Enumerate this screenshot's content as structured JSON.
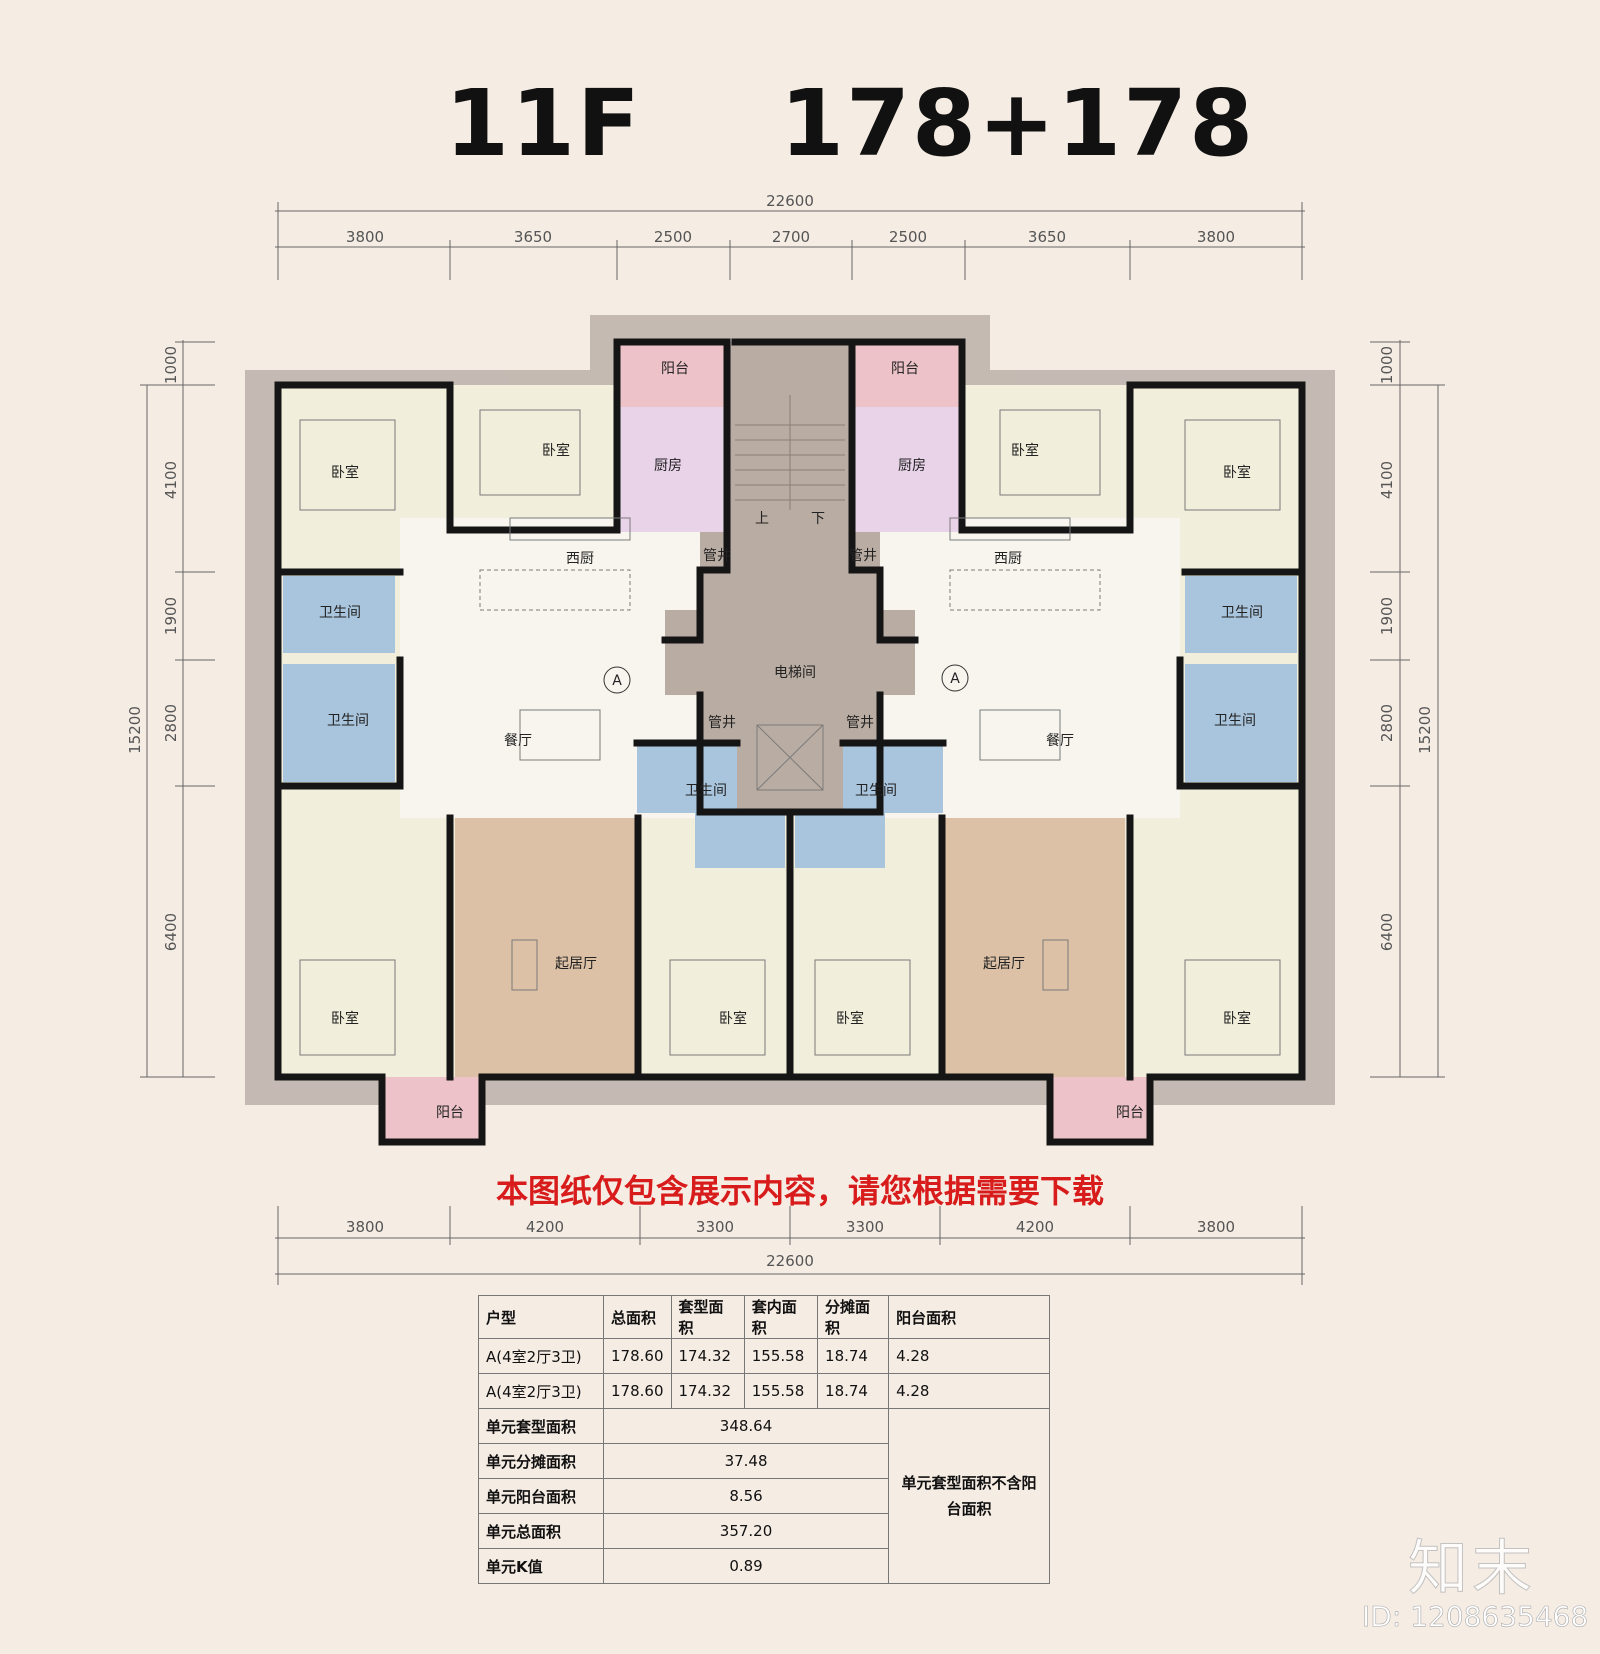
{
  "title": {
    "floor": "11F",
    "units": "178+178"
  },
  "dimensions": {
    "top_total": "22600",
    "top_segments": [
      "3800",
      "3650",
      "2500",
      "2700",
      "2500",
      "3650",
      "3800"
    ],
    "bottom_segments": [
      "3800",
      "4200",
      "3300",
      "3300",
      "4200",
      "3800"
    ],
    "bottom_total": "22600",
    "left_segments": [
      "1000",
      "4100",
      "1900",
      "2800",
      "6400"
    ],
    "left_total": "15200",
    "right_segments": [
      "1000",
      "4100",
      "1900",
      "2800",
      "6400"
    ],
    "right_total": "15200"
  },
  "rooms": {
    "bedroom": "卧室",
    "kitchen": "厨房",
    "balcony": "阳台",
    "western_kitchen": "西厨",
    "bathroom": "卫生间",
    "dining": "餐厅",
    "living": "起居厅",
    "elevator_hall": "电梯间",
    "shaft": "管井",
    "stair_up": "上",
    "stair_down": "下",
    "unit_tag": "A"
  },
  "notice": "本图纸仅包含展示内容，请您根据需要下载",
  "table": {
    "headers": [
      "户型",
      "总面积",
      "套型面积",
      "套内面积",
      "分摊面积",
      "阳台面积"
    ],
    "rows": [
      [
        "A(4室2厅3卫)",
        "178.60",
        "174.32",
        "155.58",
        "18.74",
        "4.28"
      ],
      [
        "A(4室2厅3卫)",
        "178.60",
        "174.32",
        "155.58",
        "18.74",
        "4.28"
      ]
    ],
    "summary": [
      {
        "label": "单元套型面积",
        "value": "348.64"
      },
      {
        "label": "单元分摊面积",
        "value": "37.48"
      },
      {
        "label": "单元阳台面积",
        "value": "8.56"
      },
      {
        "label": "单元总面积",
        "value": "357.20"
      },
      {
        "label": "单元K值",
        "value": "0.89"
      }
    ],
    "note": "单元套型面积不含阳台面积"
  },
  "logo": "知末",
  "image_id": "ID: 1208635468",
  "colors": {
    "background": "#f5ece4",
    "bedroom": "#f1eedb",
    "kitchen": "#e8d3e8",
    "balcony": "#edc3c9",
    "bathroom": "#a9c5dd",
    "living": "#dcc1a6",
    "core": "#b9aca3",
    "wall": "#151515",
    "notice": "#d81b1b"
  }
}
